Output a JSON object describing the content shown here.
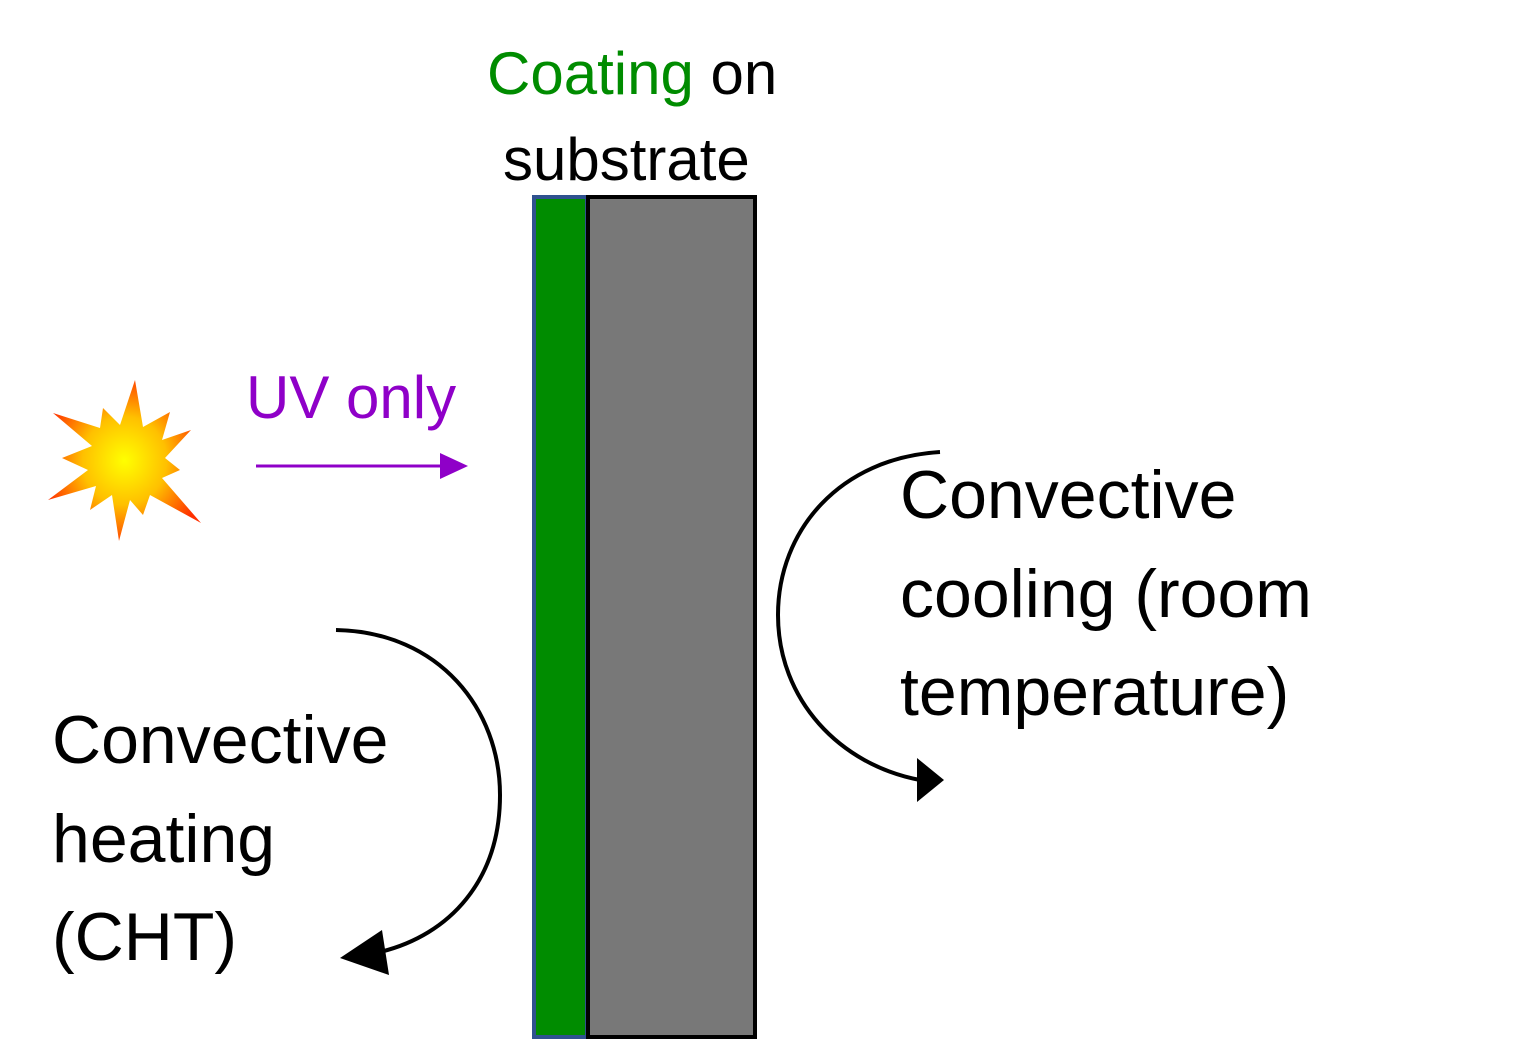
{
  "title": {
    "coating": "Coating",
    "on": " on",
    "substrate": "substrate"
  },
  "uv_label": "UV only",
  "heating_label": [
    "Convective",
    "heating",
    "(CHT)"
  ],
  "cooling_label": [
    "Convective",
    "cooling (room",
    "temperature)"
  ],
  "colors": {
    "coating": "#008c00",
    "coating_border": "#2f528f",
    "substrate": "#787878",
    "uv": "#8f00c8",
    "text": "#000000"
  },
  "icons": {
    "light_source": "sun-burst-icon"
  }
}
